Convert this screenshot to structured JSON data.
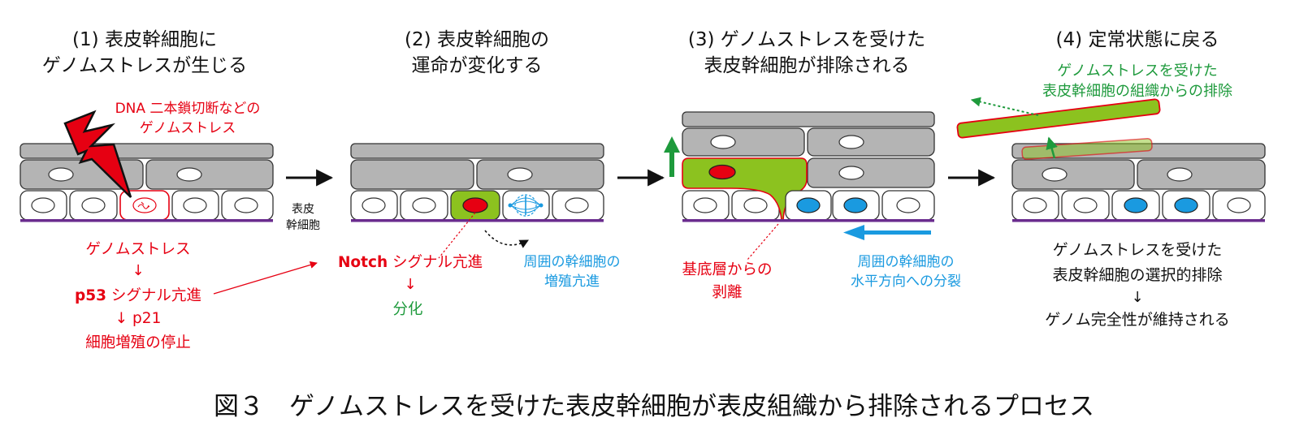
{
  "panels": [
    {
      "title_line1": "(1) 表皮幹細胞に",
      "title_line2": "ゲノムストレスが生じる"
    },
    {
      "title_line1": "(2) 表皮幹細胞の",
      "title_line2": "運命が変化する"
    },
    {
      "title_line1": "(3) ゲノムストレスを受けた",
      "title_line2": "表皮幹細胞が排除される"
    },
    {
      "title_line1": "(4) 定常状態に戻る",
      "title_line2": ""
    }
  ],
  "panel1": {
    "dna_label_line1": "DNA 二本鎖切断などの",
    "dna_label_line2": "ゲノムストレス",
    "basal_label_line1": "表皮",
    "basal_label_line2": "幹細胞",
    "cascade": {
      "stress": "ゲノムストレス",
      "arrow1": "↓",
      "p53_bold": "p53",
      "p53_rest": " シグナル亢進",
      "arrow2": "↓",
      "p21": " p21",
      "arrest": "細胞増殖の停止"
    }
  },
  "panel2": {
    "notch_bold": "Notch",
    "notch_rest": " シグナル亢進",
    "arrow": "↓",
    "differentiation": "分化",
    "prolif_line1": "周囲の幹細胞の",
    "prolif_line2": "増殖亢進"
  },
  "panel3": {
    "detach_line1": "基底層からの",
    "detach_line2": "剥離",
    "division_line1": "周囲の幹細胞の",
    "division_line2": "水平方向への分裂"
  },
  "panel4": {
    "elimination_line1": "ゲノムストレスを受けた",
    "elimination_line2": "表皮幹細胞の組織からの排除",
    "summary_line1": "ゲノムストレスを受けた",
    "summary_line2": "表皮幹細胞の選択的排除",
    "summary_arrow": "↓",
    "summary_line3": "ゲノム完全性が維持される"
  },
  "caption": "図３　ゲノムストレスを受けた表皮幹細胞が表皮組織から排除されるプロセス",
  "colors": {
    "red": "#e60012",
    "green": "#1e9a3c",
    "blue": "#1a9ae0",
    "grey_cell": "#b4b4b4",
    "green_cell": "#8cc21f",
    "membrane": "#6a2c8e",
    "text": "#111111"
  }
}
